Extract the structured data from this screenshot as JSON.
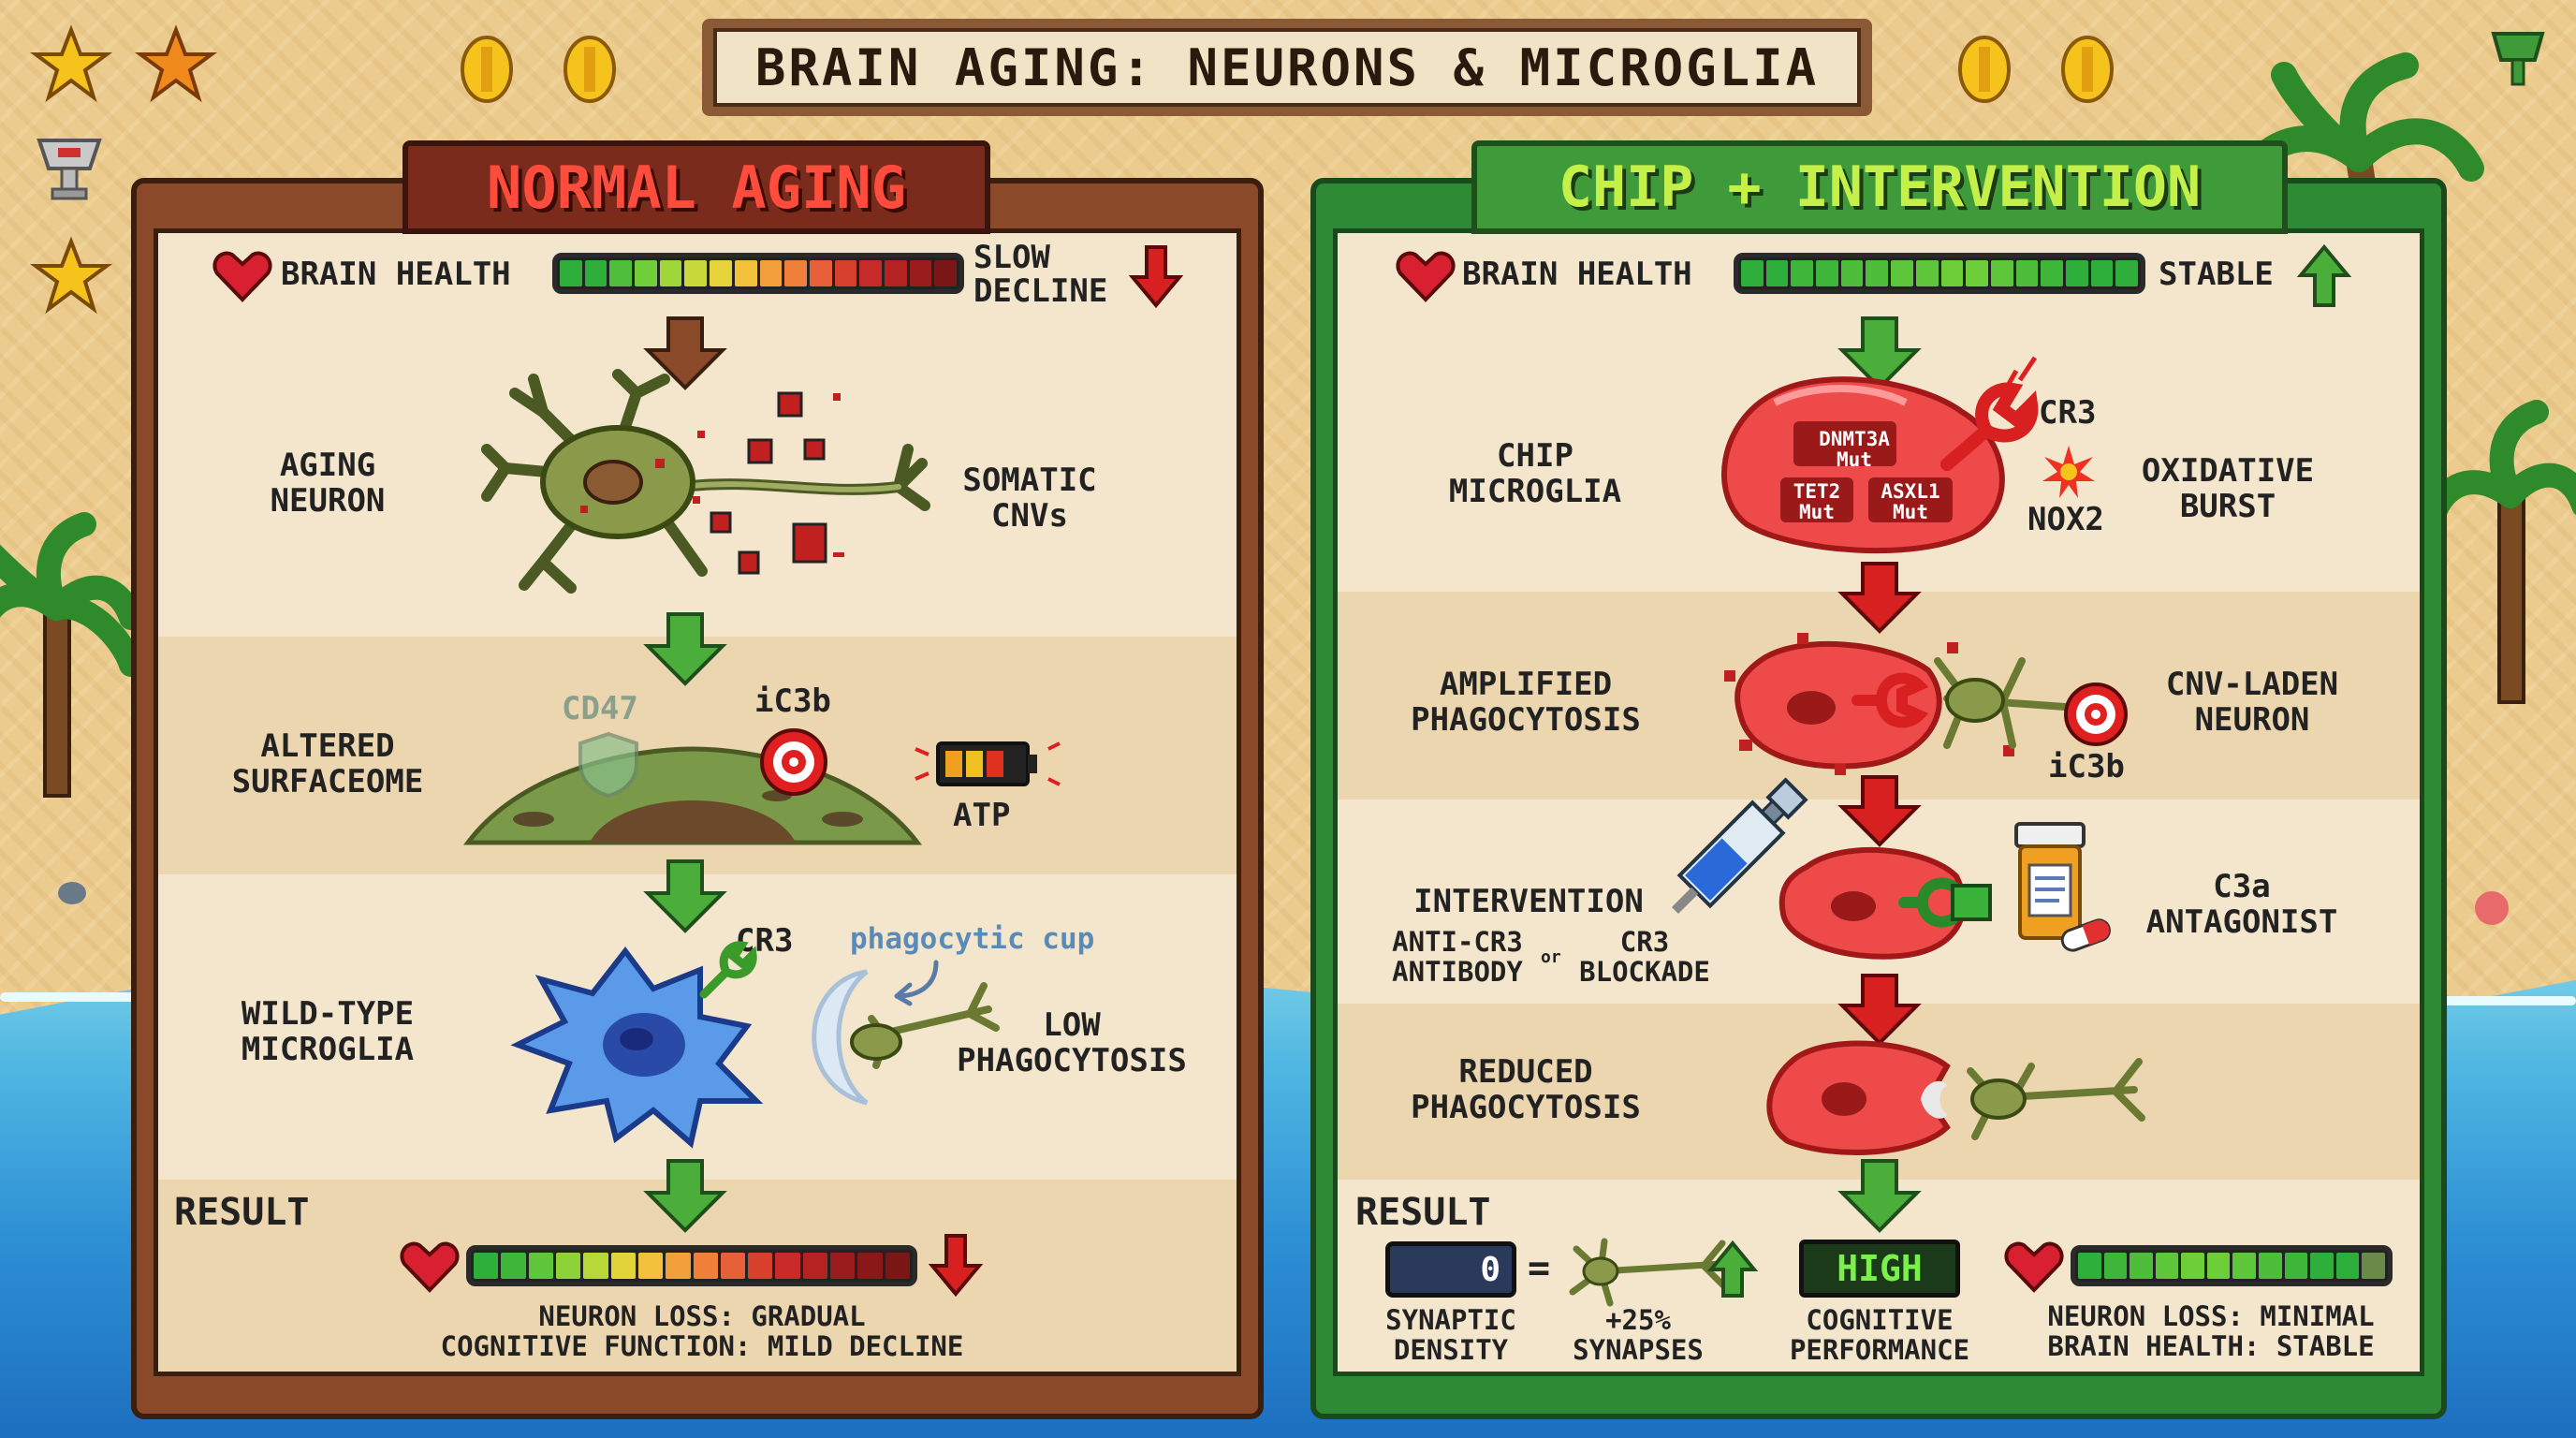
{
  "title": "BRAIN AGING: NEURONS & MICROGLIA",
  "left": {
    "tab": "NORMAL AGING",
    "brain_health_label": "BRAIN HEALTH",
    "status_line1": "SLOW",
    "status_line2": "DECLINE",
    "rows": [
      {
        "label_l1": "AGING",
        "label_l2": "NEURON",
        "side_l1": "SOMATIC",
        "side_l2": "CNVs"
      },
      {
        "label_l1": "ALTERED",
        "label_l2": "SURFACEOME",
        "cd47": "CD47",
        "ic3b": "iC3b",
        "atp": "ATP"
      },
      {
        "label_l1": "WILD-TYPE",
        "label_l2": "MICROGLIA",
        "cr3": "CR3",
        "cup": "phagocytic cup",
        "side_l1": "LOW",
        "side_l2": "PHAGOCYTOSIS"
      }
    ],
    "result": "RESULT",
    "result_l1": "NEURON LOSS: GRADUAL",
    "result_l2": "COGNITIVE FUNCTION: MILD DECLINE"
  },
  "right": {
    "tab": "CHIP + INTERVENTION",
    "brain_health_label": "BRAIN HEALTH",
    "status": "STABLE",
    "rows": [
      {
        "label_l1": "CHIP",
        "label_l2": "MICROGLIA",
        "mut1a": "DNMT3A",
        "mut1b": "Mut",
        "mut2a": "TET2",
        "mut2b": "Mut",
        "mut3a": "ASXL1",
        "mut3b": "Mut",
        "cr3": "CR3",
        "nox2": "NOX2",
        "side_l1": "OXIDATIVE",
        "side_l2": "BURST"
      },
      {
        "label_l1": "AMPLIFIED",
        "label_l2": "PHAGOCYTOSIS",
        "ic3b": "iC3b",
        "side_l1": "CNV-LADEN",
        "side_l2": "NEURON"
      },
      {
        "label_l1": "INTERVENTION",
        "sub_a1": "ANTI-CR3",
        "sub_a2": "ANTIBODY",
        "or": "or",
        "sub_b1": "CR3",
        "sub_b2": "BLOCKADE",
        "side_l1": "C3a",
        "side_l2": "ANTAGONIST"
      },
      {
        "label_l1": "REDUCED",
        "label_l2": "PHAGOCYTOSIS"
      }
    ],
    "result": "RESULT",
    "counter": "0",
    "eq": "=",
    "syn_l1": "SYNAPTIC",
    "syn_l2": "DENSITY",
    "plus_l1": "+25%",
    "plus_l2": "SYNAPSES",
    "high": "HIGH",
    "cog_l1": "COGNITIVE",
    "cog_l2": "PERFORMANCE",
    "loss_l1": "NEURON LOSS: MINIMAL",
    "loss_l2": "BRAIN HEALTH: STABLE"
  },
  "colors": {
    "left_frame": "#8a4a2a",
    "right_frame": "#2f8a35",
    "panel_bg": "#f3e6cc",
    "band_bg": "#ecd6b0",
    "green_arrow": "#4cae3a",
    "red_arrow": "#d92020"
  }
}
